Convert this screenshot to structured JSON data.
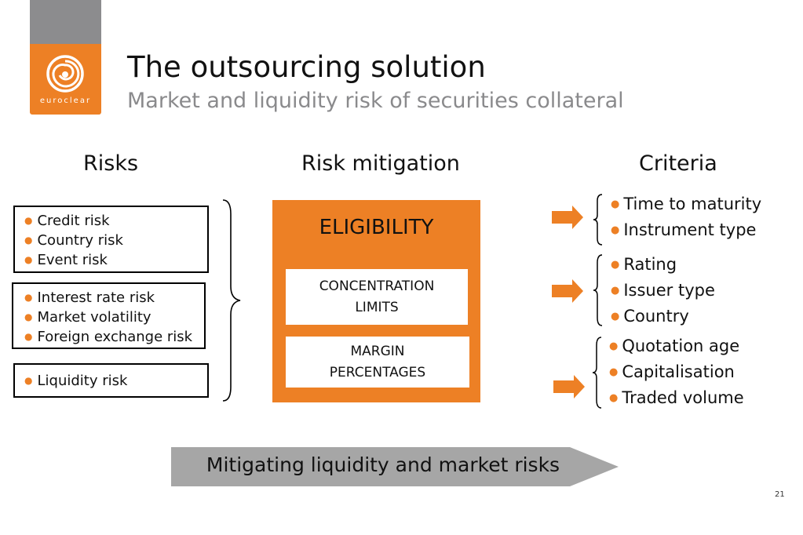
{
  "logo": {
    "brand": "euroclear",
    "icon": "euroclear-swirl-icon",
    "color": "#ed8025"
  },
  "header": {
    "title": "The outsourcing solution",
    "subtitle": "Market and liquidity risk of securities collateral"
  },
  "columns": {
    "risks": "Risks",
    "mitigation": "Risk mitigation",
    "criteria": "Criteria"
  },
  "risk_groups": [
    {
      "items": [
        "Credit risk",
        "Country risk",
        "Event risk"
      ]
    },
    {
      "items": [
        "Interest rate risk",
        "Market volatility",
        "Foreign exchange risk"
      ]
    },
    {
      "items": [
        "Liquidity risk"
      ]
    }
  ],
  "mitigation": {
    "eligibility": "ELIGIBILITY",
    "concentration_line1": "CONCENTRATION",
    "concentration_line2": "LIMITS",
    "margin_line1": "MARGIN",
    "margin_line2": "PERCENTAGES"
  },
  "criteria_groups": [
    {
      "items": [
        "Time to maturity",
        "Instrument type"
      ]
    },
    {
      "items": [
        "Rating",
        "Issuer type",
        "Country"
      ]
    },
    {
      "items": [
        "Quotation age",
        "Capitalisation",
        "Traded volume"
      ]
    }
  ],
  "banner": "Mitigating liquidity and market risks",
  "page_number": "21",
  "colors": {
    "accent": "#ed8025",
    "gray": "#8c8c8e",
    "banner": "#a6a6a6"
  }
}
